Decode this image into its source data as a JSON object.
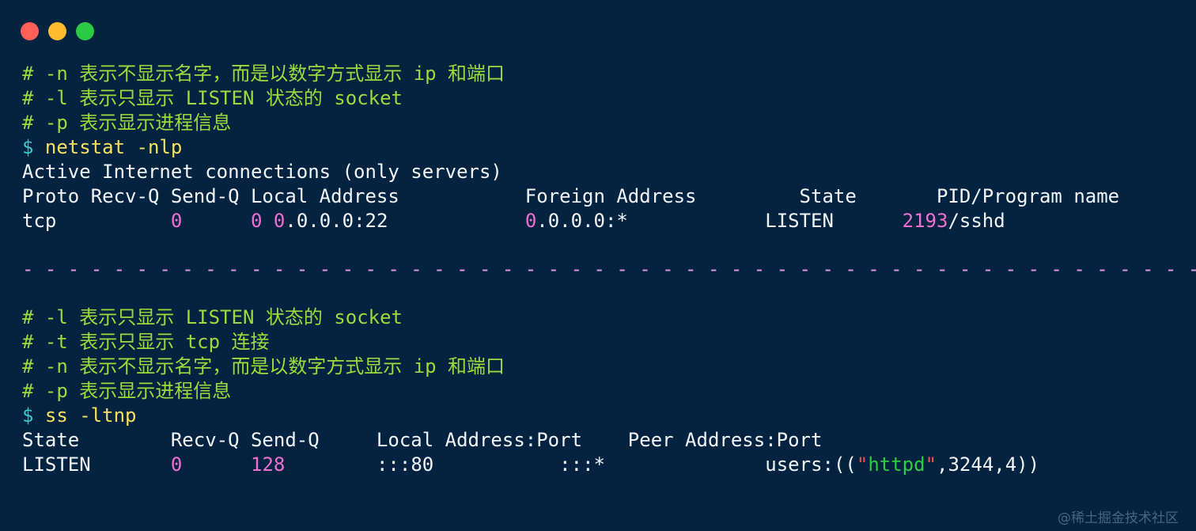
{
  "window": {
    "background_color": "#042340",
    "controls": [
      {
        "name": "close",
        "color": "#FF5F57"
      },
      {
        "name": "minimize",
        "color": "#FEBC2E"
      },
      {
        "name": "maximize",
        "color": "#2ACB42"
      }
    ]
  },
  "colors": {
    "comment_green": "#9BDB3C",
    "prompt_cyan": "#2BCFC9",
    "command_yellow": "#F5E05E",
    "output_white": "#F1F5F8",
    "number_pink": "#F06FD0",
    "separator_pink": "#E39BE0",
    "string_green": "#2ECC40",
    "quote_red": "#E8584A",
    "watermark_grey": "#46657f"
  },
  "block_netstat": {
    "comments": [
      {
        "hash": "#",
        "flag": " -n ",
        "text": "表示不显示名字，而是以数字方式显示 ip 和端口"
      },
      {
        "hash": "#",
        "flag": " -l ",
        "text": "表示只显示 LISTEN 状态的 socket"
      },
      {
        "hash": "#",
        "flag": " -p ",
        "text": "表示显示进程信息"
      }
    ],
    "prompt": "$",
    "command": "netstat -nlp",
    "banner": "Active Internet connections (only servers)",
    "header": "Proto Recv-Q Send-Q Local Address           Foreign Address         State       PID/Program name",
    "row": {
      "proto": "tcp",
      "recv_q": "0",
      "send_q": "0",
      "local_address_num": "0",
      "local_address_rest": ".0.0.0:22",
      "foreign_address_num": "0",
      "foreign_address_rest": ".0.0.0:*",
      "state": "LISTEN",
      "pid": "2193",
      "program": "/sshd"
    }
  },
  "separator": {
    "text": "- - - - - - - - - - - - - - - - - - - - - - - - - - - - - - - - - - - - - - - - - - - - - - - - - - - - - - - - - - - - - - - - - -"
  },
  "block_ss": {
    "comments": [
      {
        "hash": "#",
        "flag": " -l ",
        "text": "表示只显示 LISTEN 状态的 socket"
      },
      {
        "hash": "#",
        "flag": " -t ",
        "text": "表示只显示 tcp 连接"
      },
      {
        "hash": "#",
        "flag": " -n ",
        "text": "表示不显示名字，而是以数字方式显示 ip 和端口"
      },
      {
        "hash": "#",
        "flag": " -p ",
        "text": "表示显示进程信息"
      }
    ],
    "prompt": "$",
    "command": "ss -ltnp",
    "header": "State        Recv-Q Send-Q     Local Address:Port    Peer Address:Port",
    "row": {
      "state": "LISTEN",
      "recv_q": "0",
      "send_q": "128",
      "local_address": ":::80",
      "peer_address": ":::*",
      "users_prefix": "users:((",
      "users_quote_open": "\"",
      "users_process": "httpd",
      "users_quote_close": "\"",
      "users_suffix": ",3244,4))"
    }
  },
  "watermark": {
    "text": "@稀土掘金技术社区"
  }
}
